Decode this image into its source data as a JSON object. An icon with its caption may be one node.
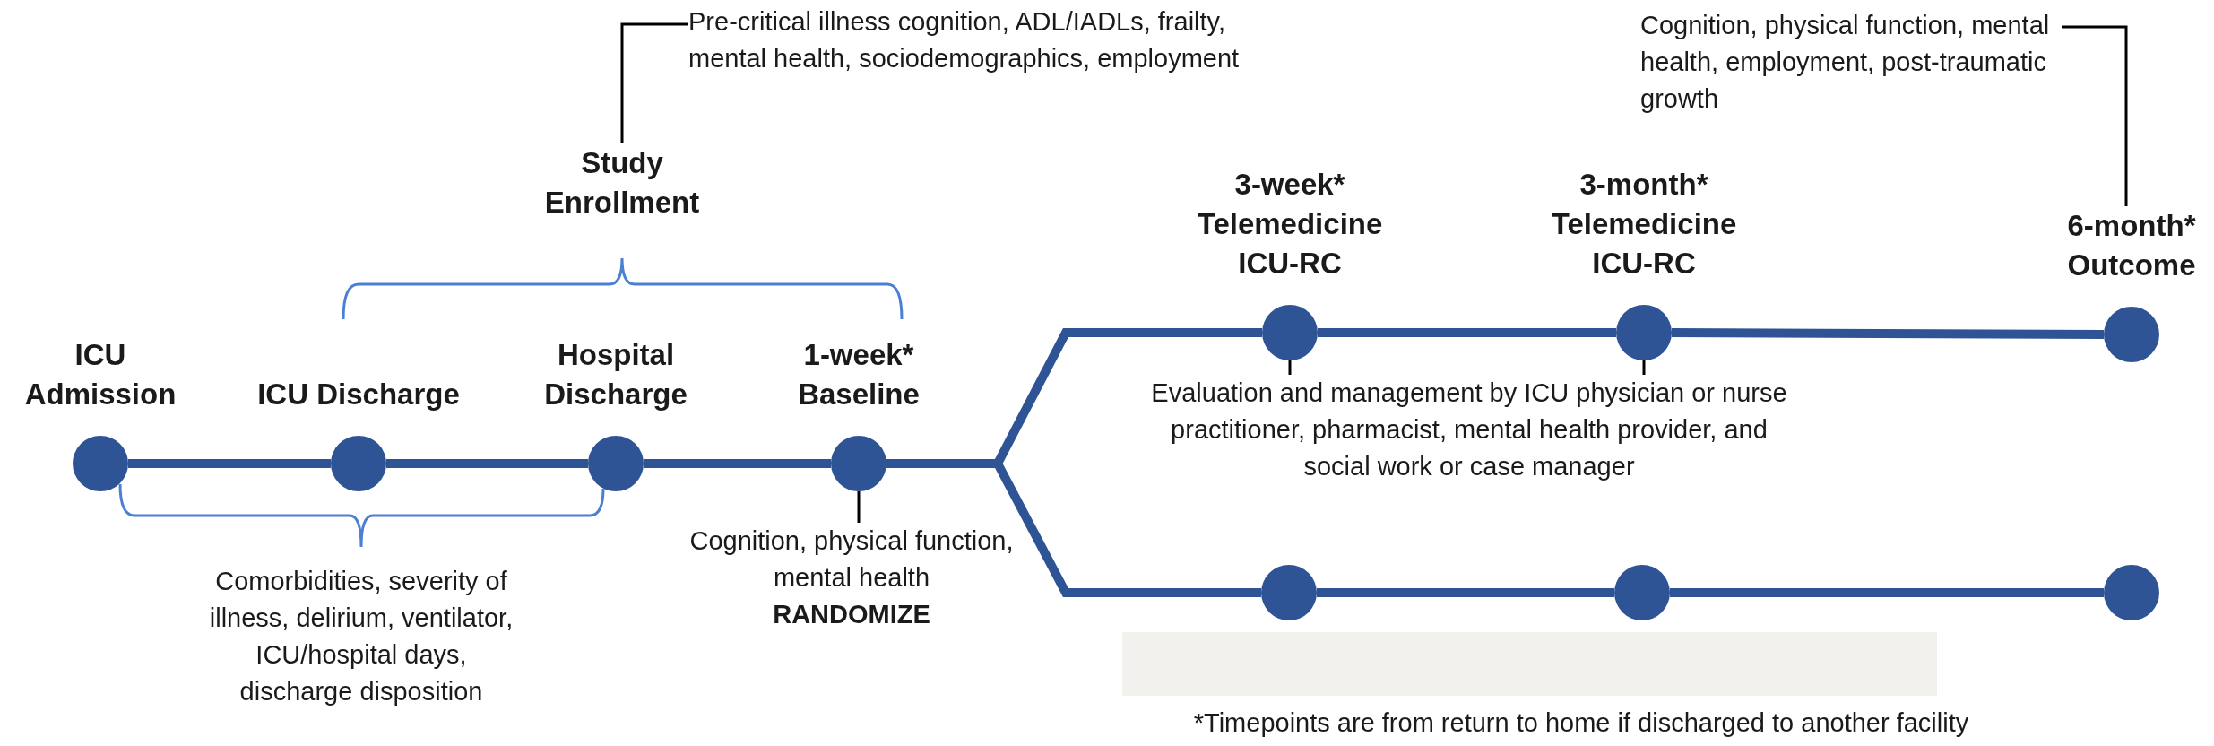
{
  "diagram": {
    "caption": "*Timepoints are from return to home if discharged to another facility",
    "nodes": [
      {
        "text": [
          "Pre-critical illness cognition, ADL/IADLs, frailty, mental health, sociodemographics, employment"
        ]
      },
      {
        "text": [
          "Cognition, physical function, mental health, employment, post-traumatic growth"
        ]
      },
      {
        "text": [
          "Study Enrollment"
        ]
      },
      {
        "text": [
          "3-week* Telemedicine ICU-RC"
        ]
      },
      {
        "text": [
          "3-month* Telemedicine ICU-RC"
        ]
      },
      {
        "text": [
          "6-month* Outcome"
        ]
      },
      {
        "text": [
          "ICU Admission"
        ]
      },
      {
        "text": [
          "ICU Discharge"
        ]
      },
      {
        "text": [
          "Hospital Discharge"
        ]
      },
      {
        "text": [
          "1-week* Baseline"
        ]
      },
      {
        "text": [
          "Evaluation and management by ICU physician or nurse practitioner, pharmacist, mental health provider, and social work or case manager"
        ]
      },
      {
        "text": [],
        "shape": "circle"
      },
      {
        "text": [],
        "shape": "circle"
      },
      {
        "text": [],
        "shape": "circle"
      },
      {
        "text": [
          "Cognition, physical function, mental health",
          "RANDOMIZE"
        ]
      }
    ],
    "edges": [
      {
        "from": 2,
        "to": 0,
        "arrow": "none",
        "color": "#000000"
      },
      {
        "from": 1,
        "to": 5,
        "arrow": "none",
        "color": "#000000"
      },
      {
        "from": 6,
        "to": 7,
        "arrow": "none"
      },
      {
        "from": 7,
        "to": 8,
        "arrow": "none"
      },
      {
        "from": 8,
        "to": 9,
        "arrow": "none"
      },
      {
        "from": 9,
        "to": 3,
        "arrow": "none"
      },
      {
        "from": 9,
        "to": 11,
        "arrow": "none"
      },
      {
        "from": 3,
        "to": 4,
        "arrow": "none"
      },
      {
        "from": 4,
        "to": 5,
        "arrow": "none"
      },
      {
        "from": 11,
        "to": 12,
        "arrow": "none"
      },
      {
        "from": 12,
        "to": 13,
        "arrow": "none"
      },
      {
        "from": 9,
        "to": 14,
        "arrow": "none",
        "color": "#000000"
      },
      {
        "from": 3,
        "to": 10,
        "arrow": "none",
        "color": "#000000"
      },
      {
        "from": 4,
        "to": 10,
        "arrow": "none",
        "color": "#000000"
      }
    ],
    "labels": [
      "Comorbidities, severity of illness, delirium, ventilator, ICU/hospital days, discharge disposition"
    ]
  }
}
